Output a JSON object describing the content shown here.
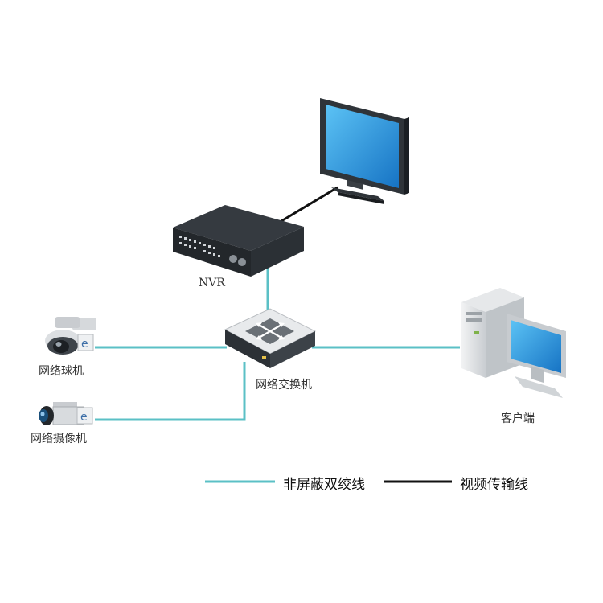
{
  "colors": {
    "network_cable": "#5bc0c6",
    "video_cable": "#111111",
    "screen_blue": "#1f8fd8",
    "device_dark": "#2e3338",
    "device_light": "#dcdfe2"
  },
  "devices": {
    "nvr": "NVR",
    "switch": "网络交换机",
    "dome_camera": "网络球机",
    "box_camera": "网络摄像机",
    "client": "客户端"
  },
  "legend": {
    "network_cable": "非屏蔽双绞线",
    "video_cable": "视频传输线"
  }
}
